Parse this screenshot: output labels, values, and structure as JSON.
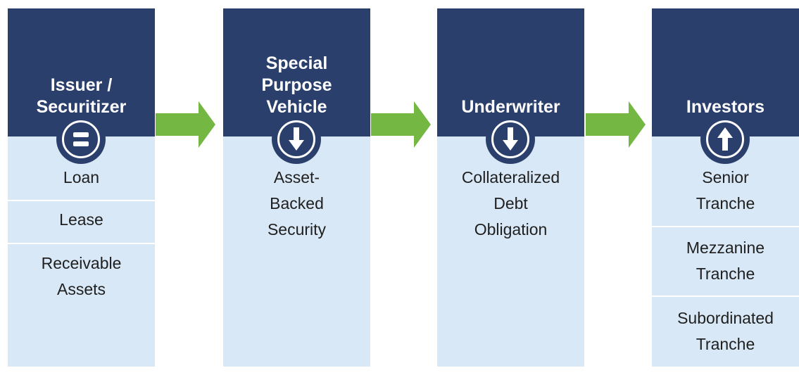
{
  "diagram": {
    "columns": [
      {
        "title_lines": [
          "Issuer /",
          "Securitizer"
        ],
        "icon": "equals-circle-icon",
        "items": [
          {
            "lines": [
              "Loan"
            ]
          },
          {
            "lines": [
              "Lease"
            ]
          },
          {
            "lines": [
              "Receivable",
              "Assets"
            ]
          }
        ]
      },
      {
        "title_lines": [
          "Special",
          "Purpose",
          "Vehicle"
        ],
        "icon": "down-arrow-circle-icon",
        "items": [
          {
            "lines": [
              "Asset-",
              "Backed",
              "Security"
            ]
          }
        ]
      },
      {
        "title_lines": [
          "Underwriter"
        ],
        "icon": "down-arrow-circle-icon",
        "items": [
          {
            "lines": [
              "Collateralized",
              "Debt",
              "Obligation"
            ]
          }
        ]
      },
      {
        "title_lines": [
          "Investors"
        ],
        "icon": "up-arrow-circle-icon",
        "items": [
          {
            "lines": [
              "Senior",
              "Tranche"
            ]
          },
          {
            "lines": [
              "Mezzanine",
              "Tranche"
            ]
          },
          {
            "lines": [
              "Subordinated",
              "Tranche"
            ]
          }
        ]
      }
    ],
    "arrows": [
      {
        "icon": "right-arrow-icon"
      },
      {
        "icon": "right-arrow-icon"
      },
      {
        "icon": "right-arrow-icon"
      }
    ]
  },
  "colors": {
    "header": "#2a3f6c",
    "body": "#d9e8f6",
    "arrow": "#74b843",
    "text_dark": "#1f1f1f",
    "text_light": "#ffffff"
  }
}
